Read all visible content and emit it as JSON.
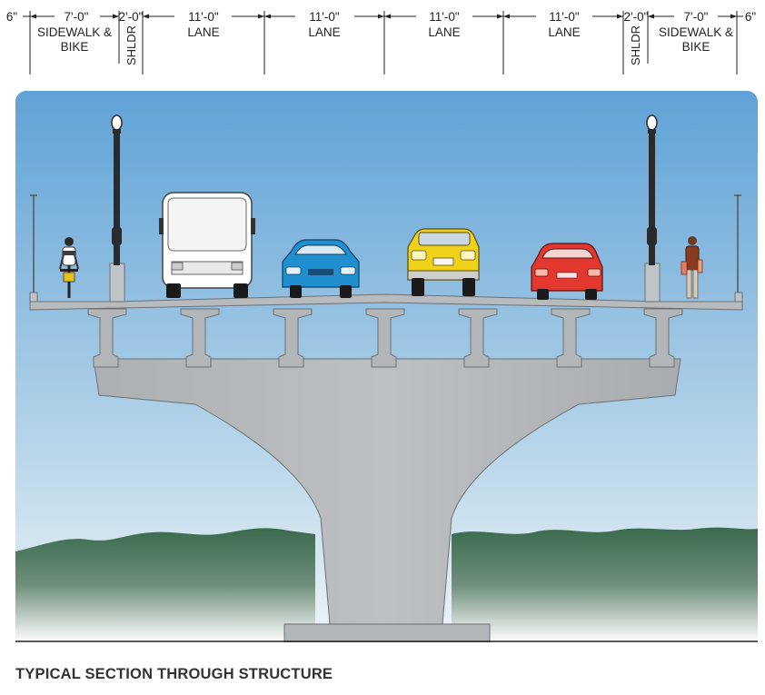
{
  "dimensions": [
    {
      "id": "edge-left",
      "dim": "6\"",
      "label": ""
    },
    {
      "id": "sidewalk-left",
      "dim": "7'-0\"",
      "label": "SIDEWALK & BIKE"
    },
    {
      "id": "shldr-left",
      "dim": "2'-0\"",
      "label": "SHLDR"
    },
    {
      "id": "lane-1",
      "dim": "11'-0\"",
      "label": "LANE"
    },
    {
      "id": "lane-2",
      "dim": "11'-0\"",
      "label": "LANE"
    },
    {
      "id": "lane-3",
      "dim": "11'-0\"",
      "label": "LANE"
    },
    {
      "id": "lane-4",
      "dim": "11'-0\"",
      "label": "LANE"
    },
    {
      "id": "shldr-right",
      "dim": "2'-0\"",
      "label": "SHLDR"
    },
    {
      "id": "sidewalk-right",
      "dim": "7'-0\"",
      "label": "SIDEWALK & BIKE"
    },
    {
      "id": "edge-right",
      "dim": "6\"",
      "label": ""
    }
  ],
  "caption": "TYPICAL SECTION THROUGH STRUCTURE",
  "colors": {
    "sky_top": "#5fa2d6",
    "sky_bottom": "#e9f1f5",
    "hills": "#3f6a50",
    "concrete": "#b5b8bb",
    "concrete_dark": "#6d7074",
    "pole": "#2b2b2b",
    "bus": "#ffffff",
    "car_blue": "#1f8fd0",
    "truck_yellow": "#f0d21a",
    "car_red": "#e2382f"
  },
  "vehicles": [
    "bus",
    "blue-sedan",
    "yellow-pickup",
    "red-hatchback"
  ],
  "people": [
    "cyclist",
    "pedestrian"
  ]
}
